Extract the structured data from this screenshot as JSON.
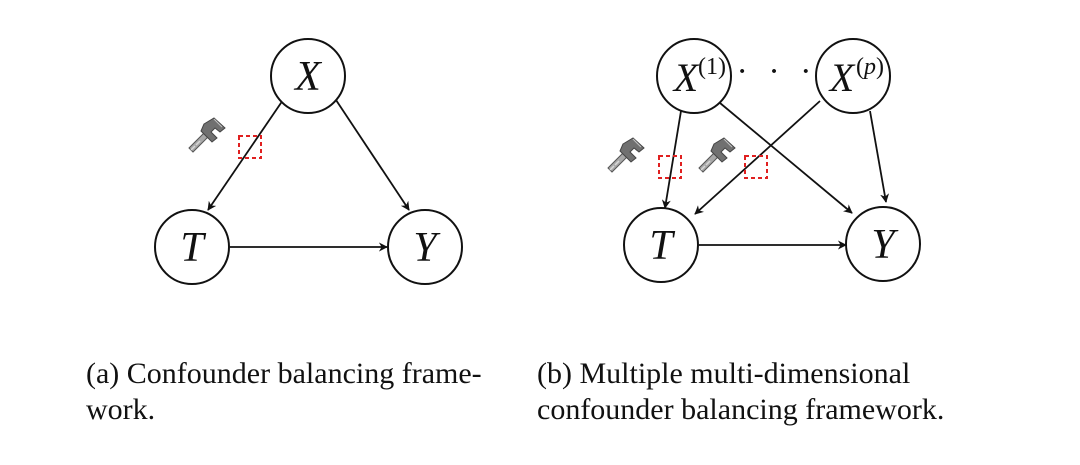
{
  "diagram_a": {
    "nodes": {
      "x": "X",
      "t": "T",
      "y": "Y"
    }
  },
  "diagram_b": {
    "nodes": {
      "x1_base": "X",
      "x1_sup": "(1)",
      "xp_base": "X",
      "xp_sup_open": "(",
      "xp_sup_var": "p",
      "xp_sup_close": ")",
      "ellipsis": "· · ·",
      "t": "T",
      "y": "Y"
    }
  },
  "captions": {
    "a_line1": "(a) Confounder balancing frame-",
    "a_line2": "work.",
    "b_line1": "(b) Multiple  multi-dimensional",
    "b_line2": "confounder balancing framework."
  },
  "colors": {
    "balance_box": "#e02020",
    "line": "#111111",
    "hammer_handle": "#9a9a9a",
    "hammer_head": "#6e6e6e"
  },
  "icons": {
    "balancing_tool": "hammer-icon",
    "balancing_marker": "dashed-square"
  }
}
